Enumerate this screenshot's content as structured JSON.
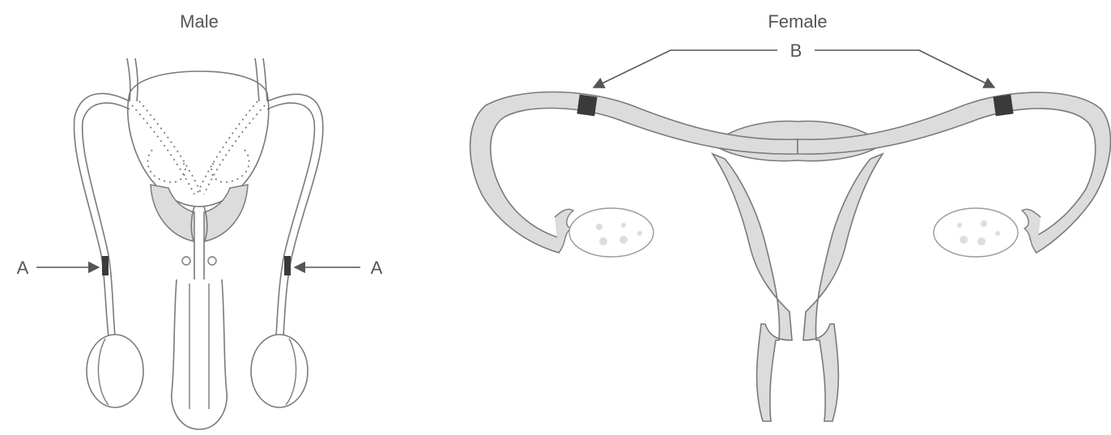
{
  "male": {
    "title": "Male",
    "label_left": "A",
    "label_right": "A"
  },
  "female": {
    "title": "Female",
    "label_top": "B"
  },
  "colors": {
    "outline": "#7a7a7a",
    "fill": "#dcdcdc",
    "block": "#3a3a3a",
    "text": "#555555"
  }
}
